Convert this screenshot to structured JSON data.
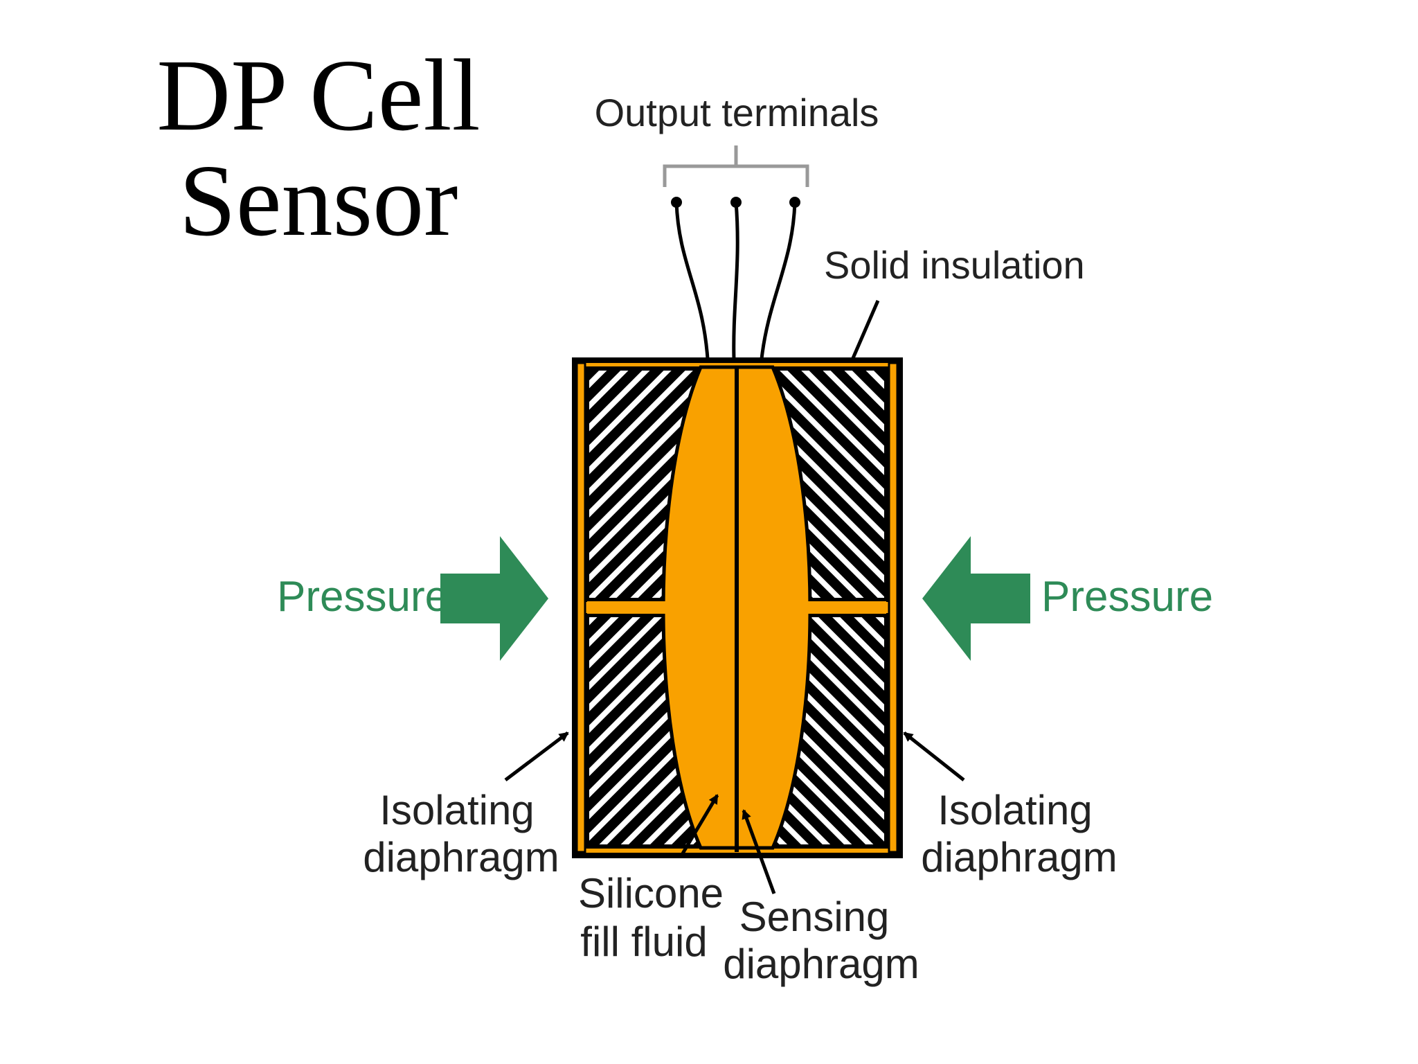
{
  "title": {
    "line1": "DP Cell",
    "line2": "Sensor"
  },
  "labels": {
    "output_terminals": "Output terminals",
    "solid_insulation": "Solid insulation",
    "pressure_left": "Pressure",
    "pressure_right": "Pressure",
    "isolating_left_line1": "Isolating",
    "isolating_left_line2": "diaphragm",
    "isolating_right_line1": "Isolating",
    "isolating_right_line2": "diaphragm",
    "silicone_line1": "Silicone",
    "silicone_line2": "fill fluid",
    "sensing_line1": "Sensing",
    "sensing_line2": "diaphragm"
  },
  "colors": {
    "fill_fluid": "#f9a100",
    "pressure_arrow": "#2e8b57",
    "pressure_text": "#2e8b57",
    "label_text": "#222222",
    "bracket": "#999999",
    "outline": "#000000"
  },
  "icons": {
    "pressure_arrow_left": "arrow-right-icon",
    "pressure_arrow_right": "arrow-left-icon"
  }
}
